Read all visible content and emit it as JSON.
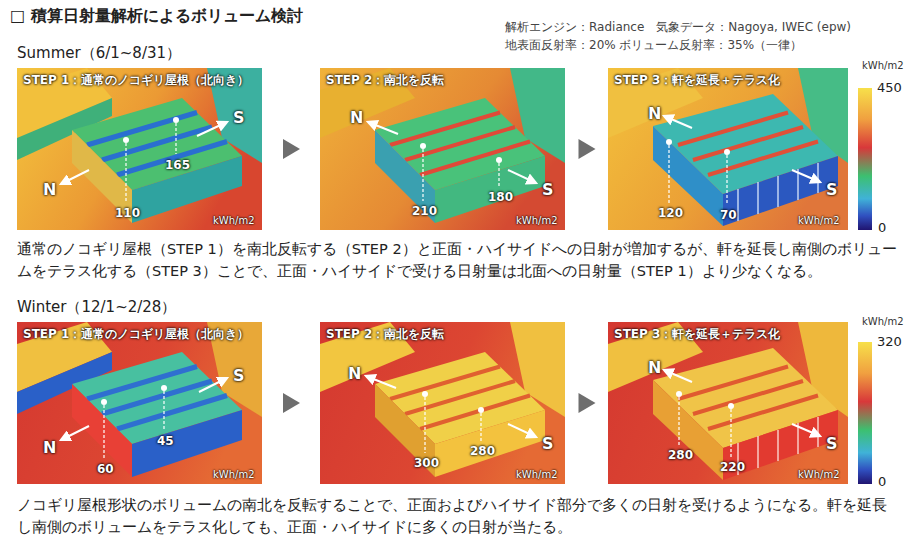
{
  "diagram": {
    "title": "□ 積算日射量解析によるボリューム検討",
    "nodes": [
      {
        "text": [
          "STEP 1：通常のノコギリ屋根（北向き）",
          "S",
          "165",
          "N",
          "110",
          "kWh/m2"
        ]
      },
      {
        "text": [
          "STEP 2：南北を反転",
          "N",
          "210",
          "180",
          "S",
          "kWh/m2"
        ]
      },
      {
        "text": [
          "STEP 3：軒を延長＋テラス化",
          "N",
          "120",
          "70",
          "S",
          "kWh/m2"
        ]
      },
      {
        "text": [
          "STEP 1：通常のノコギリ屋根（北向き）",
          "S",
          "45",
          "N",
          "60",
          "kWh/m2"
        ]
      },
      {
        "text": [
          "STEP 2：南北を反転",
          "N",
          "300",
          "280",
          "S",
          "kWh/m2"
        ]
      },
      {
        "text": [
          "STEP 3：軒を延長＋テラス化",
          "N",
          "280",
          "220",
          "S",
          "kWh/m2"
        ]
      }
    ],
    "edges": [
      {
        "from": 0,
        "to": 1,
        "arrow": "to"
      },
      {
        "from": 1,
        "to": 2,
        "arrow": "to"
      },
      {
        "from": 3,
        "to": 4,
        "arrow": "to"
      },
      {
        "from": 4,
        "to": 5,
        "arrow": "to"
      }
    ],
    "labels": [
      "解析エンジン：Radiance　気象データ：Nagoya, IWEC (epw)",
      "地表面反射率：20% ボリューム反射率：35%（一律）",
      "Summer（6/1~8/31）",
      "kWh/m2",
      "450",
      "0",
      "通常のノコギリ屋根（STEP 1）を南北反転する（STEP 2）と正面・ハイサイドへの日射が増加するが、軒を延長し南側のボリュームをテラス化する（STEP 3）ことで、正面・ハイサイドで受ける日射量は北面への日射量（STEP 1）より少なくなる。",
      "Winter（12/1~2/28）",
      "kWh/m2",
      "320",
      "0",
      "ノコギリ屋根形状のボリュームの南北を反転することで、正面およびハイサイド部分で多くの日射を受けるようになる。軒を延長し南側のボリュームをテラス化しても、正面・ハイサイドに多くの日射が当たる。"
    ]
  }
}
